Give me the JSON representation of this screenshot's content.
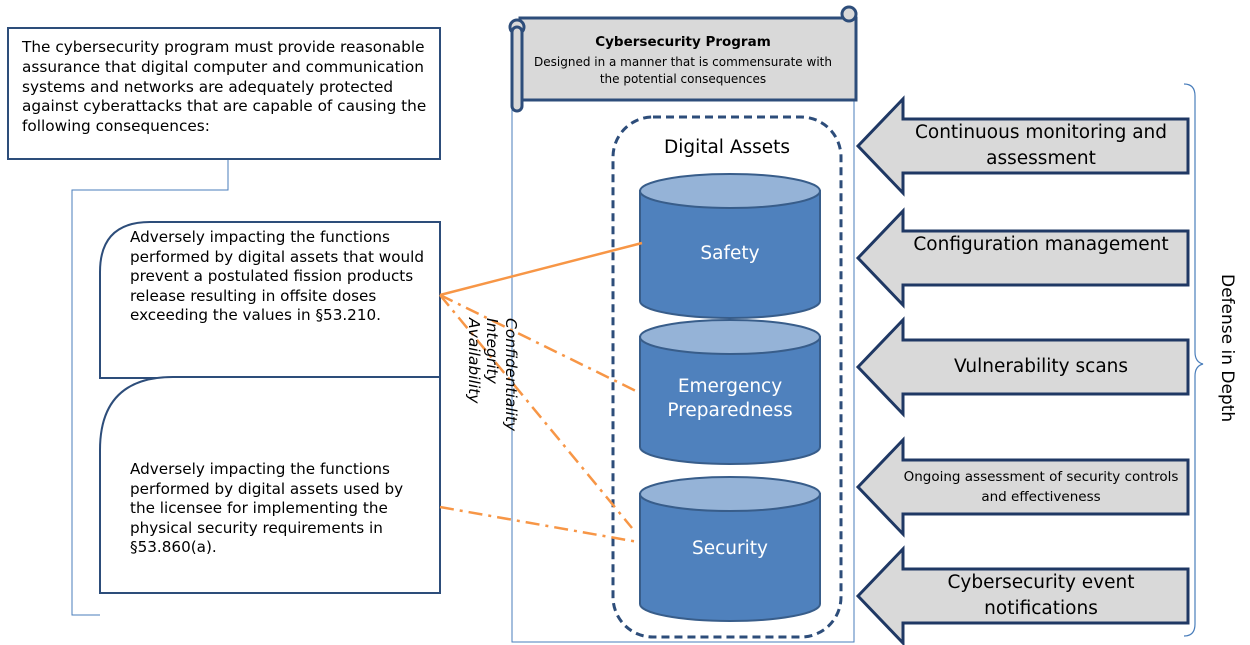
{
  "top_note": "The cybersecurity program must provide reasonable assurance that digital computer and communication systems and networks are adequately protected against cyberattacks that are capable of causing the following consequences:",
  "consequences": [
    "Adversely impacting the functions performed by digital assets that would prevent a postulated fission products release resulting in offsite doses exceeding the values in §53.210.",
    "Adversely impacting the functions performed by digital assets used by the licensee for implementing the physical security requirements in §53.860(a)."
  ],
  "program": {
    "title": "Cybersecurity Program",
    "subtitle": "Designed in a manner that is commensurate with the potential consequences"
  },
  "digital_assets": {
    "title": "Digital Assets",
    "items": [
      "Safety",
      "Emergency Preparedness",
      "Security"
    ]
  },
  "cia": [
    "Confidentiality",
    "Integrity",
    "Availability"
  ],
  "defense_label": "Defense in Depth",
  "defense_measures": [
    "Continuous monitoring and assessment",
    "Configuration management",
    "Vulnerability scans",
    "Ongoing assessment of security controls and effectiveness",
    "Cybersecurity event notifications"
  ],
  "colors": {
    "box_border": "#2d4d7a",
    "cylinder_fill": "#4f81bd",
    "cylinder_top": "#95b3d7",
    "cylinder_stroke": "#385d8a",
    "connector": "#f79646",
    "arrow_fill": "#d9d9d9",
    "arrow_stroke": "#1f3864",
    "thin_line": "#4a7ebb"
  }
}
